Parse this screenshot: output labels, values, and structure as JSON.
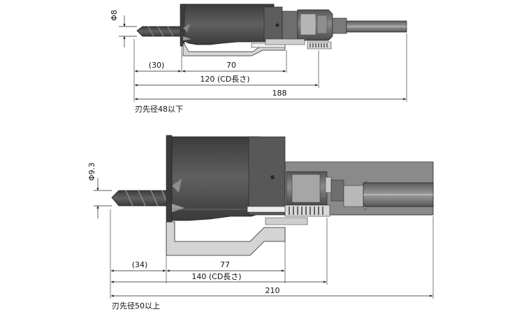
{
  "figure1": {
    "diameter_label": "Φ8",
    "dim_pilot": "(30)",
    "dim_cutter": "70",
    "dim_cd_length": "120 (CD長さ)",
    "dim_total": "188",
    "caption": "刃先径48以下"
  },
  "figure2": {
    "diameter_label": "Φ9.3",
    "dim_pilot": "(34)",
    "dim_cutter": "77",
    "dim_cd_length": "140 (CD長さ)",
    "dim_total": "210",
    "caption": "刃先径50以上"
  },
  "colors": {
    "body_dark": "#4a4a4a",
    "body_mid": "#6b6b6b",
    "body_light": "#9a9a9a",
    "section_light": "#cfcfcf",
    "line": "#222222"
  }
}
